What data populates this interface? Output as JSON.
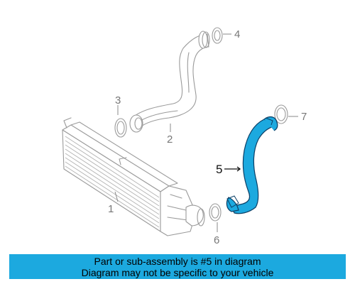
{
  "colors": {
    "highlight": "#1CA9DF",
    "highlight_outline": "#0B3F66",
    "linework": "#9A9A9A",
    "callout_text": "#777777",
    "banner_background": "#1CA9DF",
    "banner_text": "#000000"
  },
  "callouts": [
    {
      "id": "1",
      "label": "1"
    },
    {
      "id": "2",
      "label": "2"
    },
    {
      "id": "3",
      "label": "3"
    },
    {
      "id": "4",
      "label": "4"
    },
    {
      "id": "5",
      "label": "5"
    },
    {
      "id": "6",
      "label": "6"
    },
    {
      "id": "7",
      "label": "7"
    }
  ],
  "highlighted_part": "5",
  "banner": {
    "line1": "Part or sub-assembly is #5 in diagram",
    "line2": "Diagram may not be specific to your vehicle"
  }
}
